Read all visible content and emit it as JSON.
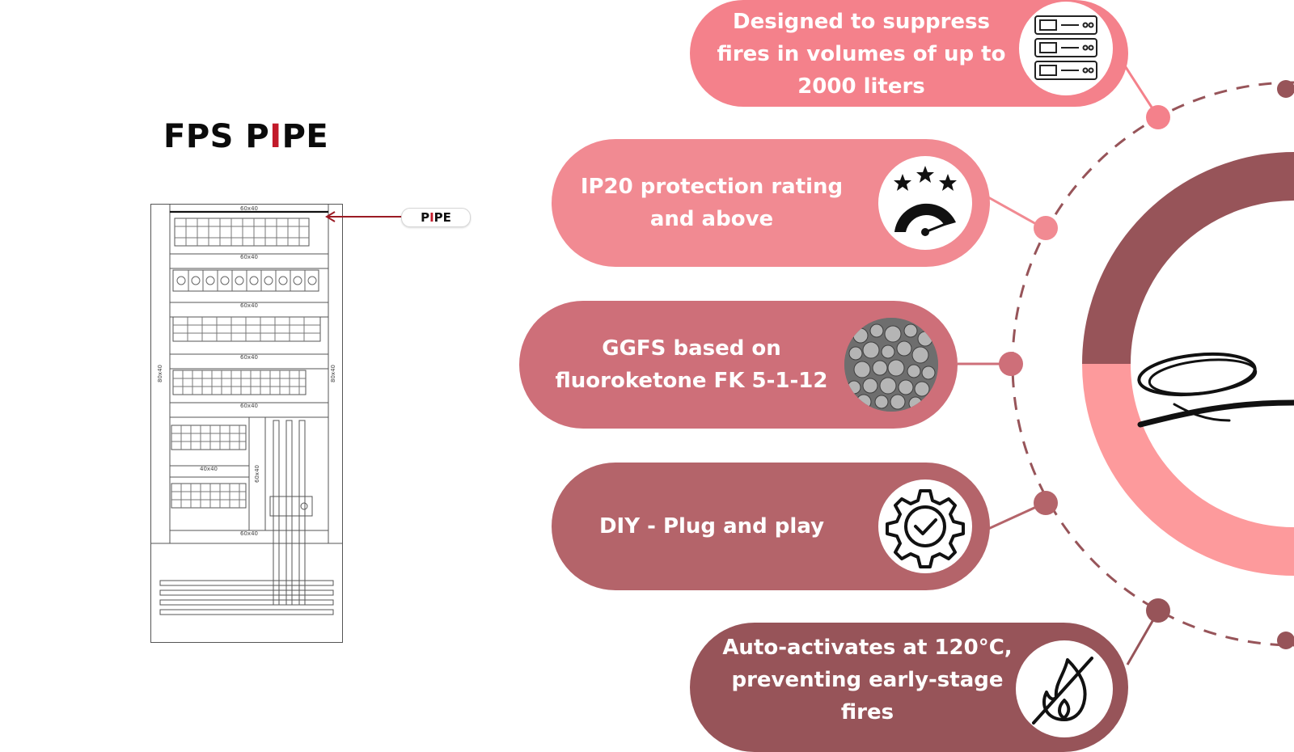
{
  "title": {
    "prefix": "FPS P",
    "accent": "I",
    "suffix": "PE"
  },
  "callout": {
    "prefix": "P",
    "accent": "I",
    "suffix": "PE"
  },
  "colors": {
    "pink": "#f4818b",
    "rose": "#f18a92",
    "mauve": "#b4646a",
    "deep": "#975459",
    "light_pink": "#fd9a9c",
    "red_accent": "#c21a2a"
  },
  "drawing": {
    "dims": [
      "60x40",
      "60x40",
      "60x40",
      "60x40",
      "60x40",
      "40x40",
      "60x40"
    ],
    "side_left": "80x40",
    "side_right": "80x40",
    "inner": "60x40"
  },
  "features": [
    {
      "text": "Designed to suppress fires in volumes of up to 2000 liters",
      "icon": "server-rack-icon"
    },
    {
      "text": "IP20 protection rating and above",
      "icon": "speedometer-stars-icon"
    },
    {
      "text": "GGFS based on fluoroketone FK 5-1-12",
      "icon": "granules-icon"
    },
    {
      "text": "DIY - Plug and play",
      "icon": "gear-check-icon"
    },
    {
      "text": "Auto-activates at 120°C, preventing early-stage fires",
      "icon": "no-fire-icon"
    }
  ]
}
